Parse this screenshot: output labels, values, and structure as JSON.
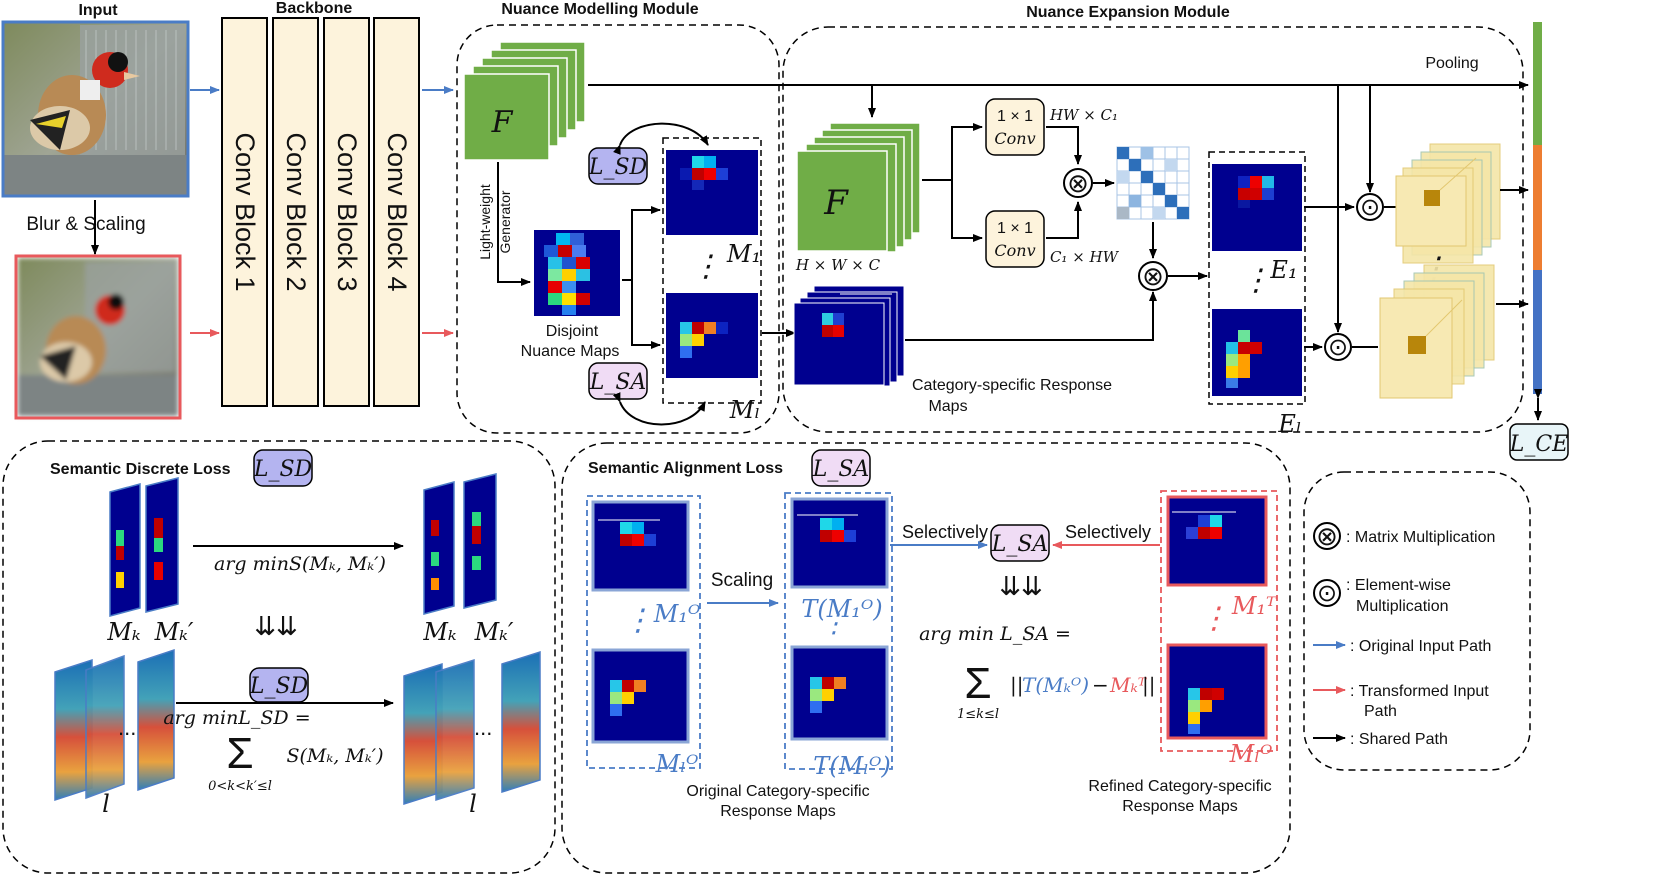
{
  "titles": {
    "input": "Input",
    "backbone": "Backbone",
    "nuance_modelling": "Nuance Modelling Module",
    "nuance_expansion": "Nuance Expansion Module"
  },
  "backbone_blocks": [
    "Conv Block 1",
    "Conv Block 2",
    "Conv Block 3",
    "Conv Block 4"
  ],
  "blur_scaling": "Blur & Scaling",
  "pooling": "Pooling",
  "generator": [
    "Light-weight",
    "Generator"
  ],
  "disjoint_maps": [
    "Disjoint",
    "Nuance Maps"
  ],
  "category_response_maps": [
    "Category-specific Response",
    "Maps"
  ],
  "symbols": {
    "F": "F",
    "conv_top": "1 × 1",
    "conv_bottom": "Conv",
    "hw_c1": "HW × C₁",
    "c1_hw": "C₁ × HW",
    "hwc": "H × W × C",
    "M1": "M₁",
    "Ml": "Mₗ",
    "E1": "E₁",
    "El": "Eₗ",
    "LSD": "L_SD",
    "LSA": "L_SA",
    "LCE": "L_CE",
    "dots": "⋮",
    "otimes": "⊗",
    "odot": "⊙"
  },
  "sd_loss": {
    "title": "Semantic Discrete Loss",
    "argmin_s": "arg minS(Mₖ, Mₖ′)",
    "mk": "Mₖ",
    "mkp": "Mₖ′",
    "double_arrow": "⇊⇊",
    "argmin_lsd": "arg minL_SD =",
    "sum_expr": "S(Mₖ, Mₖ′)",
    "sum_range": "0<k<k′≤l",
    "sigma": "Σ",
    "l": "l",
    "ellipsis": "..."
  },
  "sa_loss": {
    "title": "Semantic Alignment Loss",
    "scaling": "Scaling",
    "selectively_left": "Selectively",
    "selectively_right": "Selectively",
    "m1o": "M₁ᴼ",
    "mlo": "Mₗᴼ",
    "tm1o": "T(M₁ᴼ)",
    "tmlo": "T(Mₗᴼ)",
    "m1t": "M₁ᵀ",
    "mlo_red": "Mₗᴼ",
    "double_arrow": "⇊⇊",
    "argmin": "arg min L_SA =",
    "norm_left": "||",
    "norm_t": "T(Mₖᴼ)",
    "norm_minus": "−",
    "norm_mkt": "Mₖᵀ",
    "norm_right": "||",
    "sum_range": "1≤k≤l",
    "sigma": "Σ",
    "original_caption": [
      "Original Category-specific",
      "Response Maps"
    ],
    "refined_caption": [
      "Refined Category-specific",
      "Response Maps"
    ]
  },
  "legend": {
    "matrix_mult": ": Matrix Multiplication",
    "elementwise": [
      ": Element-wise",
      "Multiplication"
    ],
    "original_path": ": Original Input Path",
    "transformed_path": [
      ": Transformed Input",
      "Path"
    ],
    "shared_path": ": Shared Path"
  },
  "colors": {
    "feature_green": "#70ad47",
    "conv_fill": "#fdf3dc",
    "loss_sd_fill": "#b4b4f0",
    "loss_sa_fill": "#f0dcf5",
    "lce_fill": "#e8f5f8",
    "original_blue": "#4a7cc6",
    "transformed_red": "#e8595c",
    "heatmap_bg": "#00008f",
    "cube_yellow": "#f5e6a8",
    "bar_green": "#70ad47",
    "bar_orange": "#ed7d31",
    "bar_blue": "#4472c4"
  }
}
